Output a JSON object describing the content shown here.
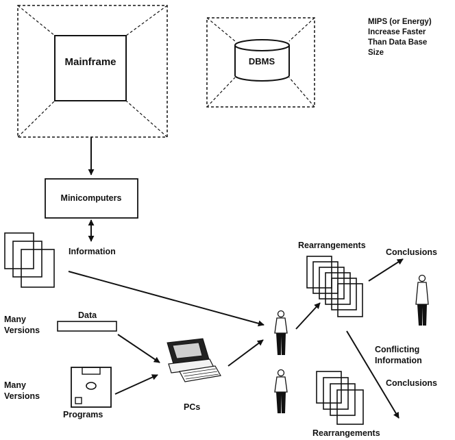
{
  "colors": {
    "ink": "#111111",
    "paper": "#ffffff"
  },
  "labels": {
    "mainframe": "Mainframe",
    "dbms": "DBMS",
    "note_line1": "MIPS (or Energy)",
    "note_line2": "Increase Faster",
    "note_line3": "Than Data Base",
    "note_line4": "Size",
    "minicomputers": "Minicomputers",
    "information": "Information",
    "rearrangements_top": "Rearrangements",
    "conclusions_top": "Conclusions",
    "many_versions_data_1": "Many",
    "many_versions_data_2": "Versions",
    "data": "Data",
    "conflicting_1": "Conflicting",
    "conflicting_2": "Information",
    "conclusions_bottom": "Conclusions",
    "many_versions_programs_1": "Many",
    "many_versions_programs_2": "Versions",
    "programs": "Programs",
    "pcs": "PCs",
    "rearrangements_bottom": "Rearrangements"
  },
  "icons": {
    "person": "person-icon",
    "pc": "personal-computer-icon",
    "floppy": "floppy-disk-icon",
    "database": "database-cylinder-icon",
    "documents": "document-stack-icon"
  }
}
